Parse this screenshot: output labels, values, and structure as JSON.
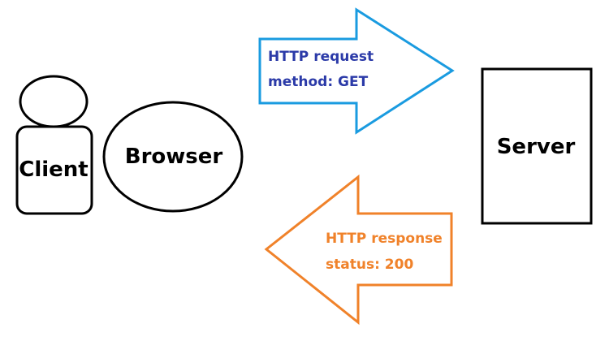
{
  "client": {
    "label": "Client"
  },
  "browser": {
    "label": "Browser"
  },
  "server": {
    "label": "Server"
  },
  "request_arrow": {
    "line1": "HTTP request",
    "line2": "method: GET",
    "color": "#1a9be0",
    "text_color": "#2b3aa8"
  },
  "response_arrow": {
    "line1": "HTTP response",
    "line2": "status: 200",
    "color": "#f0822a",
    "text_color": "#f0822a"
  }
}
